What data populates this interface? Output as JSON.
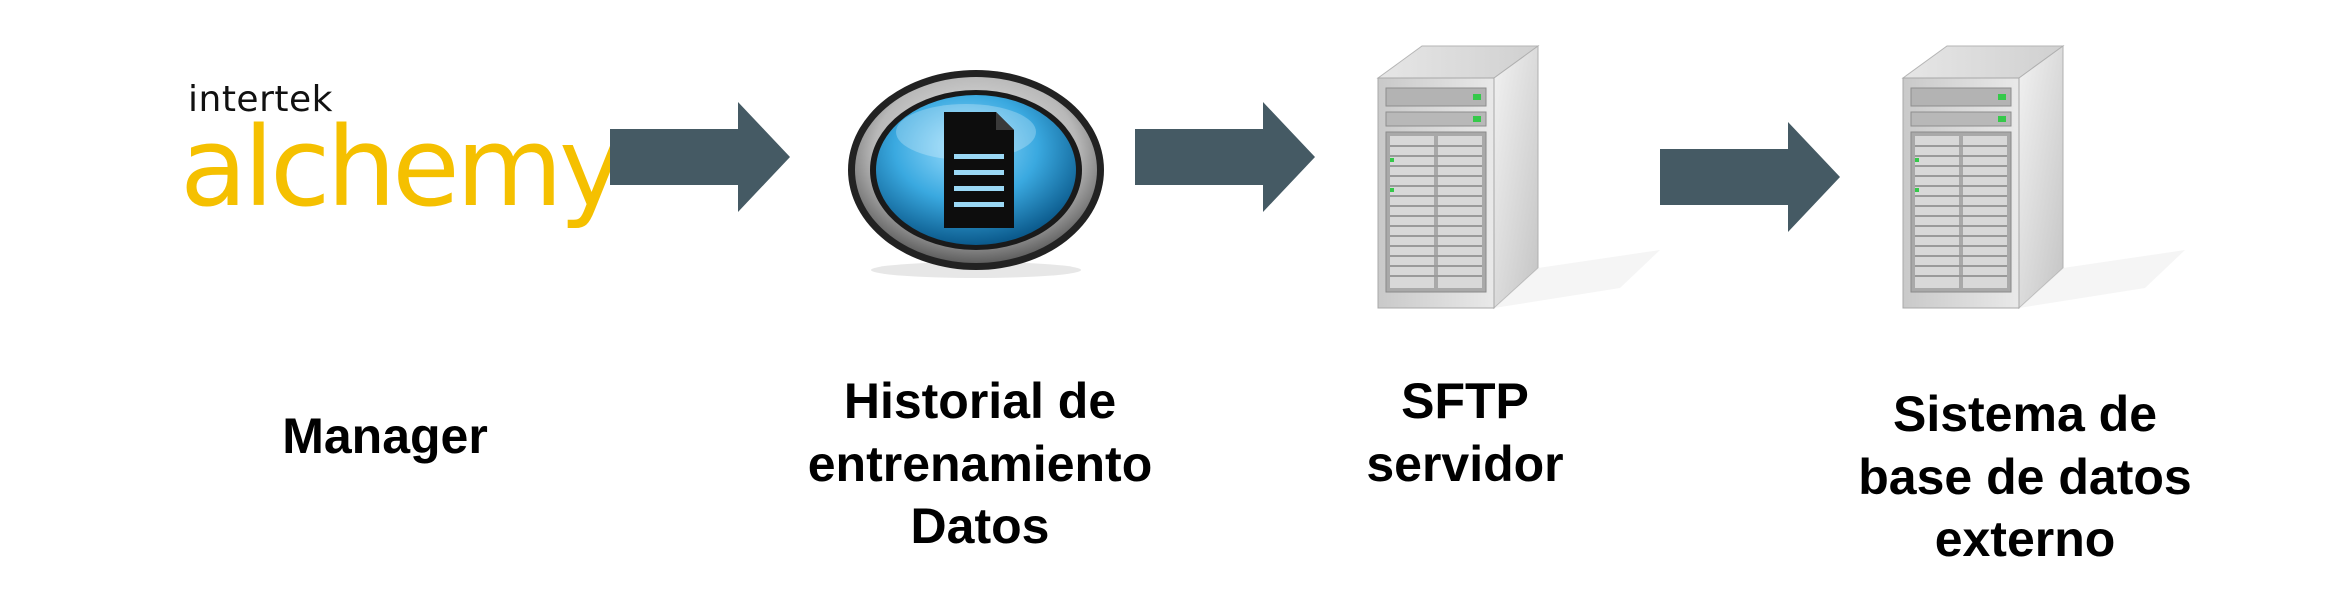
{
  "logo": {
    "brand_small": "intertek",
    "brand_large": "alchemy"
  },
  "steps": [
    {
      "lines": [
        "Manager"
      ]
    },
    {
      "lines": [
        "Historial de",
        "entrenamiento",
        "Datos"
      ]
    },
    {
      "lines": [
        "SFTP",
        "servidor"
      ]
    },
    {
      "lines": [
        "Sistema de",
        "base de datos",
        "externo"
      ]
    }
  ],
  "colors": {
    "arrow": "#455a64",
    "brand_yellow": "#f5c000",
    "doc_ring": "#3aa9e0"
  },
  "icons": [
    "intertek-alchemy-logo",
    "document-icon",
    "server-icon",
    "server-icon"
  ]
}
